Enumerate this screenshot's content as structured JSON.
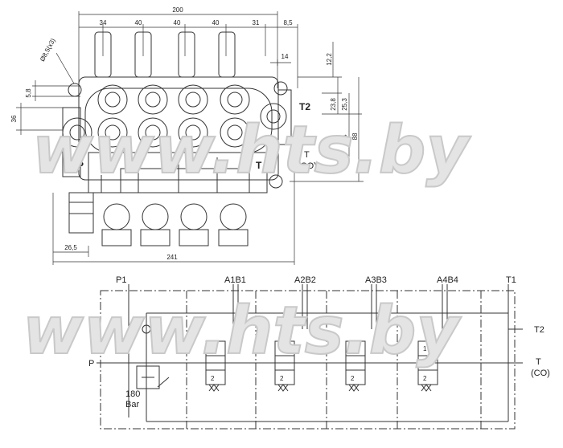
{
  "watermark": "www.hts.by",
  "drawing": {
    "dimensions": {
      "overall_width": "200",
      "seg1": "34",
      "seg2": "40",
      "seg3": "40",
      "seg4": "40",
      "seg5": "31",
      "seg6": "8,5",
      "hole": "Ø8,5(x3)",
      "left_58": "5,8",
      "left_36": "36",
      "right_14": "14",
      "right_122": "12,2",
      "right_238": "23,8",
      "right_253": "25,3",
      "right_34": "34",
      "right_88": "88",
      "bottom_265": "26,5",
      "bottom_241": "241"
    },
    "ports": {
      "p_outer": "P",
      "p_inner": "P",
      "t_inner": "T",
      "t2": "T2",
      "t": "T",
      "co": "(CO)"
    }
  },
  "schematic": {
    "p1": "P1",
    "a1b1": "A1B1",
    "a2b2": "A2B2",
    "a3b3": "A3B3",
    "a4b4": "A4B4",
    "t1": "T1",
    "t2": "T2",
    "p": "P",
    "t": "T",
    "co": "(CO)",
    "relief_value": "180",
    "relief_unit": "Bar",
    "pos1": "1",
    "pos2": "2"
  }
}
